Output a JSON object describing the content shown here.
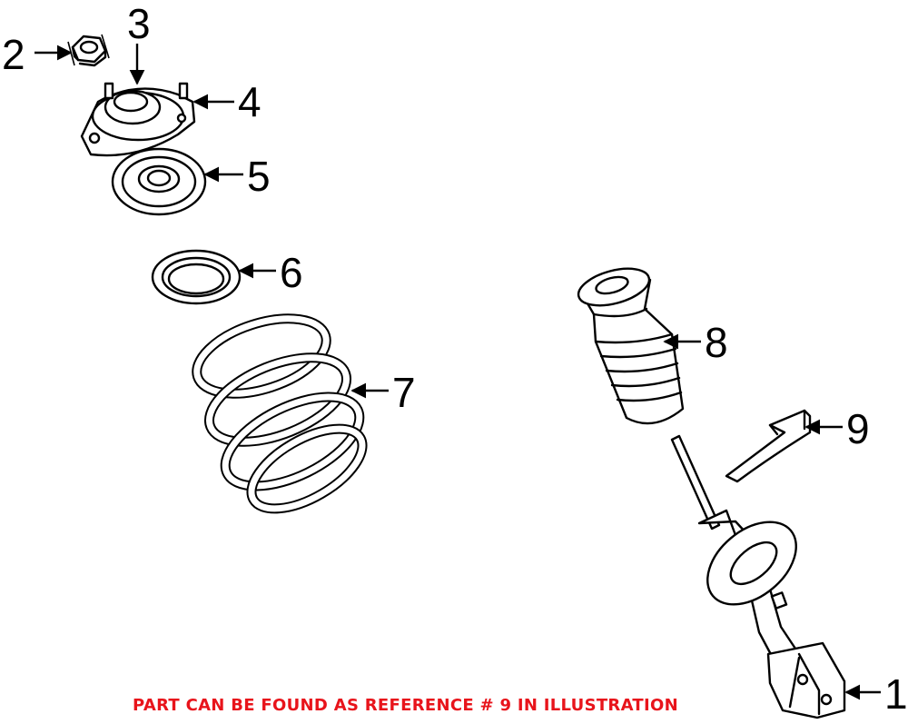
{
  "diagram": {
    "callouts": [
      {
        "ref": "1",
        "label": "1"
      },
      {
        "ref": "2",
        "label": "2"
      },
      {
        "ref": "3",
        "label": "3"
      },
      {
        "ref": "4",
        "label": "4"
      },
      {
        "ref": "5",
        "label": "5"
      },
      {
        "ref": "6",
        "label": "6"
      },
      {
        "ref": "7",
        "label": "7"
      },
      {
        "ref": "8",
        "label": "8"
      },
      {
        "ref": "9",
        "label": "9"
      }
    ],
    "note": "PART CAN BE FOUND AS REFERENCE # 9 IN ILLUSTRATION",
    "note_color": "#e8141b",
    "line_color": "#000000",
    "background": "#ffffff"
  }
}
